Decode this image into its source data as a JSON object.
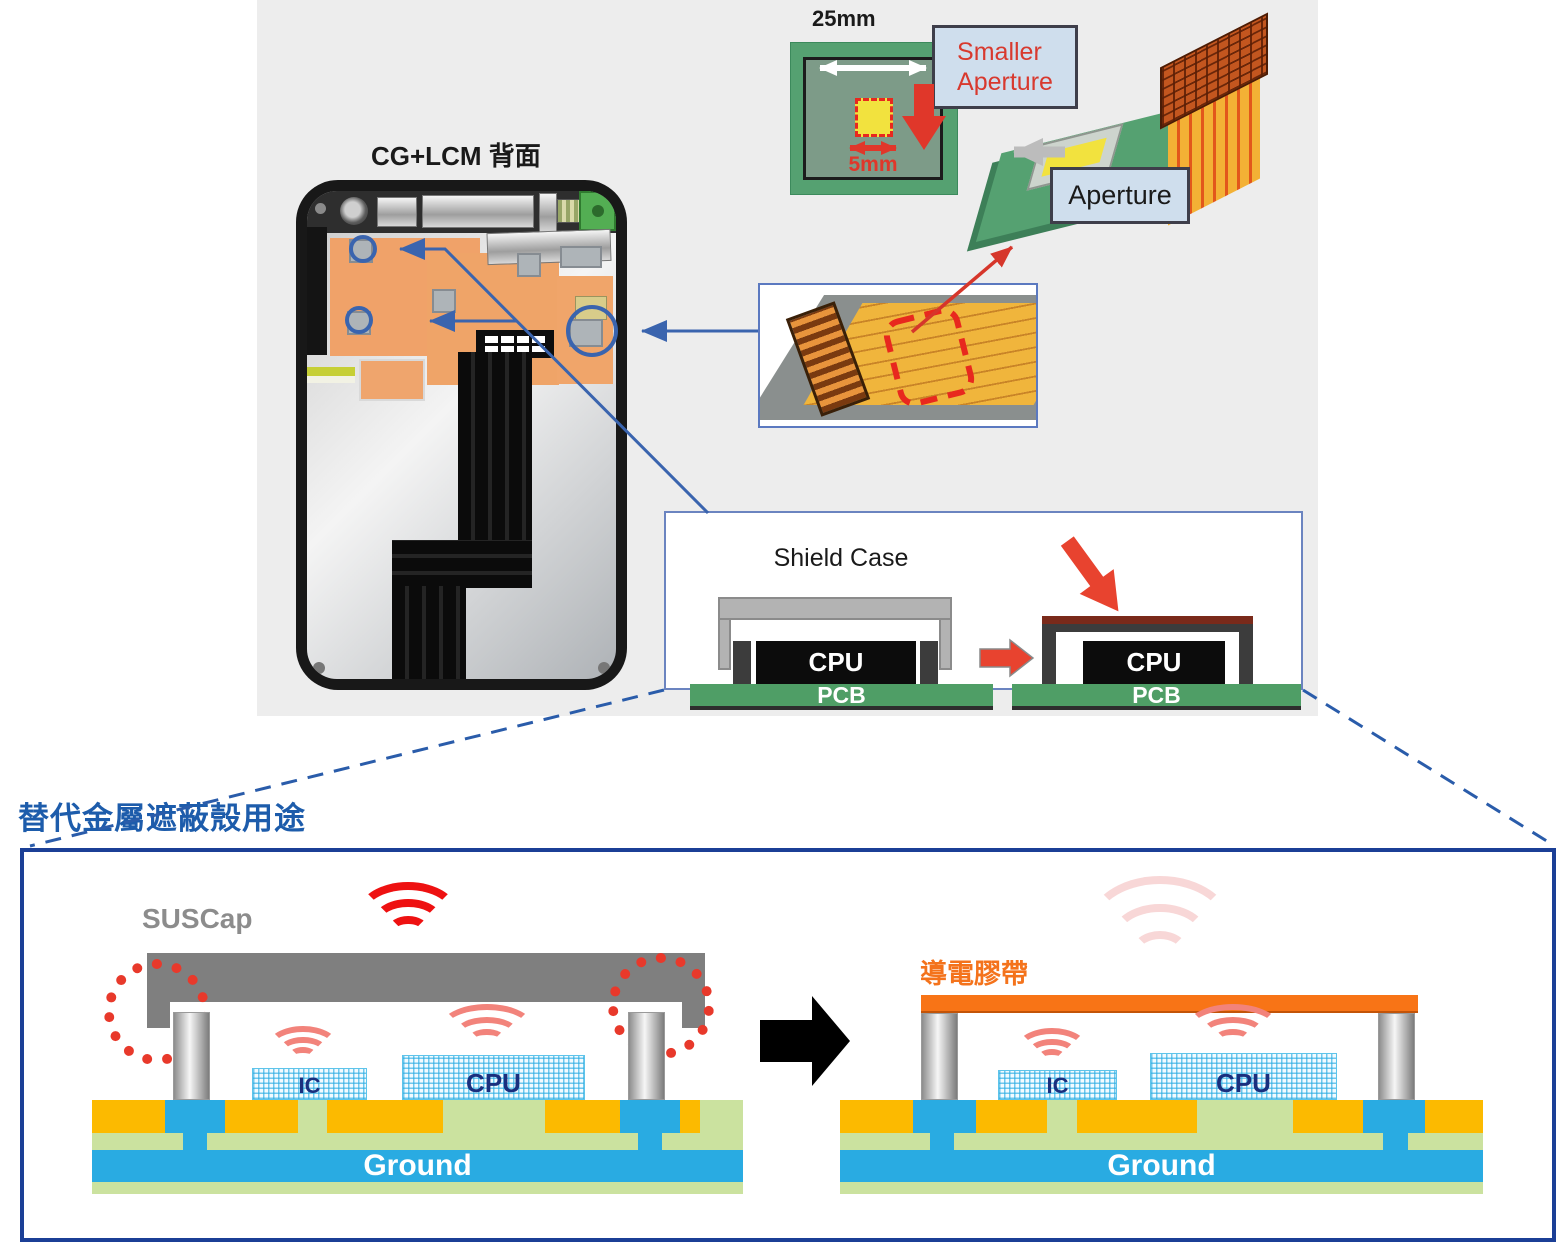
{
  "top_panel": {
    "phone_label": "CG+LCM 背面",
    "aperture_board": {
      "width_label": "25mm",
      "aperture_size_label": "5mm"
    },
    "smaller_aperture_line1": "Smaller",
    "smaller_aperture_line2": "Aperture",
    "aperture_tag": "Aperture",
    "shield_box": {
      "title": "Shield Case",
      "cpu": "CPU",
      "pcb": "PCB"
    }
  },
  "bottom_section": {
    "title": "替代金屬遮蔽殼用途",
    "left": {
      "cap_label": "SUSCap",
      "ic": "IC",
      "cpu": "CPU",
      "ground": "Ground"
    },
    "right": {
      "tape_label": "導電膠帶",
      "ic": "IC",
      "cpu": "CPU",
      "ground": "Ground"
    }
  },
  "colors": {
    "panel_gray": "#ededed",
    "callout_blue": "#3a64ae",
    "alert_red": "#d8392e",
    "pcb_green": "#4f9e66",
    "aperture_yellow": "#f2e23e",
    "tape_orange": "#f87416",
    "ground_blue": "#29abe2",
    "layer_gold": "#fcba00",
    "layer_green": "#cbe29f",
    "title_blue": "#1d5cab",
    "box_border_navy": "#1b3f96"
  }
}
